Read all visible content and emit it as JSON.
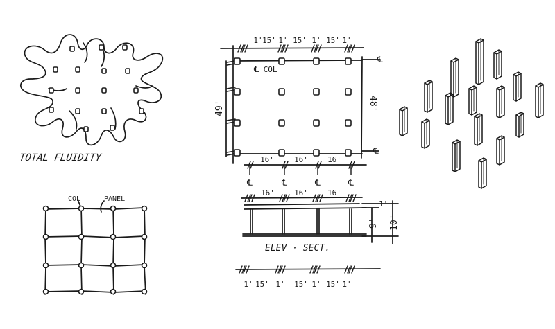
{
  "sketch_a": {
    "caption": "TOTAL FLUIDITY"
  },
  "sketch_b": {
    "label_col": "COL",
    "label_panel": "PANEL"
  },
  "plan": {
    "top_dims": [
      "1'",
      "15'",
      "1'",
      "15'",
      "1'",
      "15'",
      "1'"
    ],
    "left_dim": "49'",
    "right_dim": "48'",
    "col_label": "℄ COL",
    "bottom_dims": [
      "16'",
      "16'",
      "16'"
    ],
    "centerline_marks": [
      "℄",
      "℄",
      "℄",
      "℄"
    ],
    "side_marks": [
      "℄",
      "℄"
    ]
  },
  "elevation": {
    "top_dims": [
      "16'",
      "16'",
      "16'"
    ],
    "right_dims": [
      "1'",
      "9'",
      "10'"
    ],
    "caption": "ELEV · SECT."
  },
  "bottom_strip": {
    "dims": [
      "1'",
      "15'",
      "1'",
      "15'",
      "1'",
      "15'",
      "1'"
    ]
  }
}
